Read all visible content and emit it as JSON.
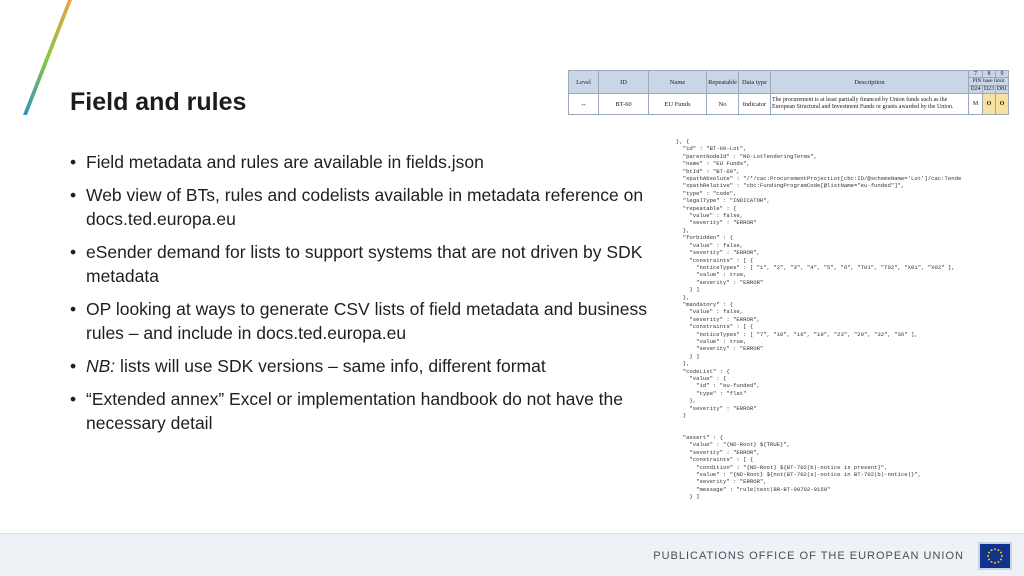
{
  "slide": {
    "title": "Field and rules",
    "bullets": [
      {
        "text": "Field metadata and rules are available in fields.json"
      },
      {
        "text": "Web view of BTs, rules and codelists available in metadata reference on docs.ted.europa.eu"
      },
      {
        "text": "eSender demand for lists to support systems that are not driven by SDK metadata"
      },
      {
        "text": "OP looking at ways to generate CSV lists of field metadata and business rules – and include in docs.ted.europa.eu"
      },
      {
        "prefix": "NB:",
        "text": " lists will use SDK versions – same info, different format"
      },
      {
        "text": "“Extended annex” Excel or implementation handbook do not have the necessary detail"
      }
    ]
  },
  "table": {
    "headers": {
      "level": "Level",
      "id": "ID",
      "name": "Name",
      "repeatable": "Repeatable",
      "datatype": "Data type",
      "description": "Description"
    },
    "notice_cols": {
      "top": [
        "7",
        "8",
        "9"
      ],
      "mid": "PIN base limit",
      "bottom": [
        "D24",
        "D23",
        "D81"
      ]
    },
    "row": {
      "level": "↔",
      "id": "BT-60",
      "name": "EU Funds",
      "repeatable": "No",
      "datatype": "Indicator",
      "description": "The procurement is at least partially financed by Union funds such as the European Structural and Investment Funds or grants awarded by the Union.",
      "marks": [
        "M",
        "O",
        "O"
      ]
    }
  },
  "code": {
    "block1": "}, {\n  \"id\" : \"BT-60-Lot\",\n  \"parentNodeId\" : \"ND-LotTenderingTerms\",\n  \"name\" : \"EU Funds\",\n  \"btId\" : \"BT-60\",\n  \"xpathAbsolute\" : \"/*/cac:ProcurementProjectLot[cbc:ID/@schemeName='Lot']/cac:Tende\n  \"xpathRelative\" : \"cbc:FundingProgramCode[@listName=\"eu-funded\"]\",\n  \"type\" : \"code\",\n  \"legalType\" : \"INDICATOR\",\n  \"repeatable\" : {\n    \"value\" : false,\n    \"severity\" : \"ERROR\"\n  },\n  \"forbidden\" : {\n    \"value\" : false,\n    \"severity\" : \"ERROR\",\n    \"constraints\" : [ {\n      \"noticeTypes\" : [ \"1\", \"2\", \"3\", \"4\", \"5\", \"6\", \"T01\", \"T02\", \"X01\", \"X02\" ],\n      \"value\" : true,\n      \"severity\" : \"ERROR\"\n    } ]\n  },\n  \"mandatory\" : {\n    \"value\" : false,\n    \"severity\" : \"ERROR\",\n    \"constraints\" : [ {\n      \"noticeTypes\" : [ \"7\", \"10\", \"16\", \"19\", \"23\", \"29\", \"32\", \"36\" ],\n      \"value\" : true,\n      \"severity\" : \"ERROR\"\n    } ]\n  },\n  \"codeList\" : {\n    \"value\" : {\n      \"id\" : \"eu-funded\",\n      \"type\" : \"flat\"\n    },\n    \"severity\" : \"ERROR\"\n  }",
    "block2": "  \"assert\" : {\n    \"value\" : \"{ND-Root} ${TRUE}\",\n    \"severity\" : \"ERROR\",\n    \"constraints\" : [ {\n      \"condition\" : \"{ND-Root} ${BT-702(b)-notice is present}\",\n      \"value\" : \"{ND-Root} ${not(BT-702(a)-notice in BT-702(b)-notice)}\",\n      \"severity\" : \"ERROR\",\n      \"message\" : \"rule|text|BR-BT-00702-0150\"\n    } ]"
  },
  "footer": {
    "text": "PUBLICATIONS OFFICE OF THE EUROPEAN UNION"
  },
  "colors": {
    "accent_blue": "#2f8fce",
    "accent_green": "#8cc63f",
    "table_header": "#c9d6e6",
    "flag_blue": "#10338e",
    "flag_star": "#ffcc00"
  }
}
